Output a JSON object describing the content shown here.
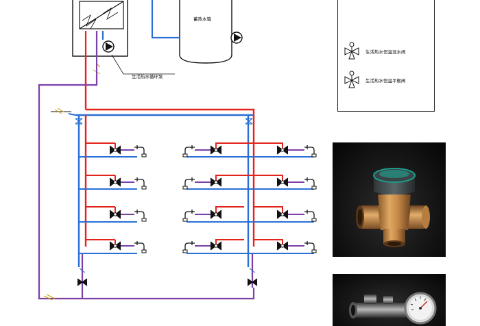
{
  "tank_label": "蓄热水箱",
  "loop_label": "生活热水循环泵",
  "legend": {
    "items": [
      {
        "icon": "mixing-valve-icon",
        "label": "生活热水恒温混水阀"
      },
      {
        "icon": "balance-valve-icon",
        "label": "生活热水恒温平衡阀"
      }
    ]
  },
  "colors": {
    "hot": "#e3241c",
    "cold": "#2a6fd6",
    "return": "#7b3fa6",
    "line": "#1a1a1a",
    "background": "#ffffff"
  },
  "photos": [
    {
      "icon": "thermostatic-mixing-valve-icon"
    },
    {
      "icon": "balancing-valve-with-gauge-icon"
    }
  ]
}
